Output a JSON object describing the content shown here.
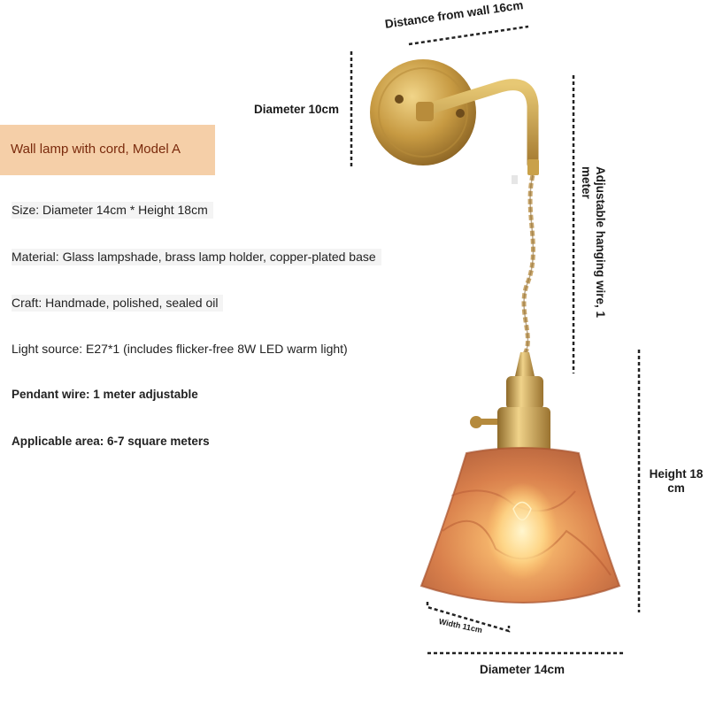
{
  "product": {
    "title": "Wall lamp with cord, Model A",
    "specs": [
      "Size: Diameter 14cm * Height 18cm",
      "Material: Glass lampshade, brass lamp holder, copper-plated base",
      "Craft: Handmade, polished, sealed oil",
      "Light source: E27*1 (includes flicker-free 8W LED warm light)",
      "Pendant wire: 1 meter adjustable",
      "Applicable area: 6-7 square meters"
    ]
  },
  "dimensions": {
    "distance_from_wall": "Distance from wall 16cm",
    "base_diameter": "Diameter 10cm",
    "wire_line1": "Adjustable hanging wire, 1",
    "wire_line2": "meter",
    "height_line1": "Height 18",
    "height_line2": "cm",
    "width": "Width 11cm",
    "shade_diameter": "Diameter 14cm"
  },
  "colors": {
    "title_background": "#f5cfa8",
    "title_text": "#7a2a0c",
    "brass": "#c9a14a",
    "amber_glass": "#e0894f"
  }
}
